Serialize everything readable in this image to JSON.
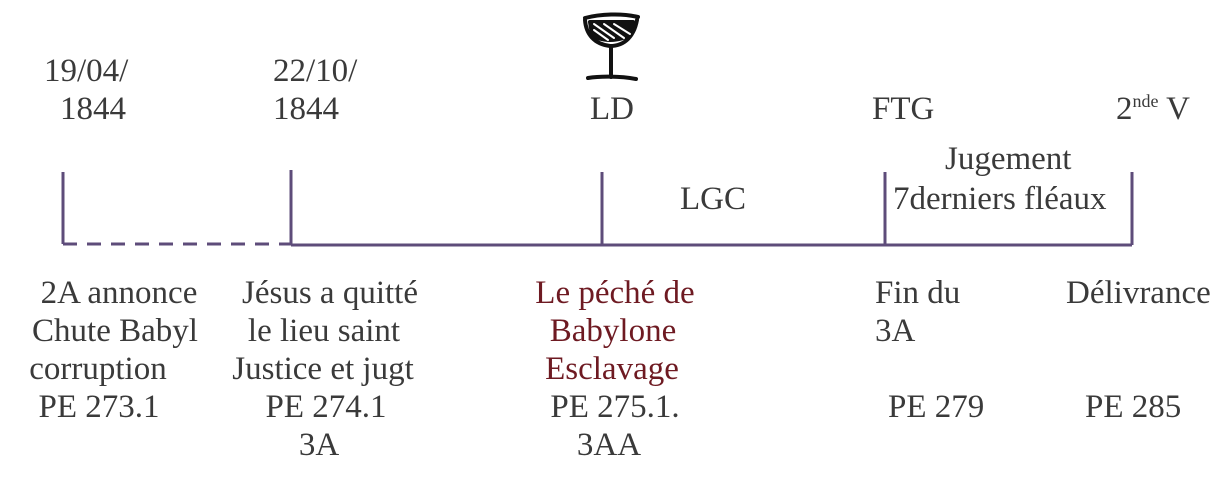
{
  "colors": {
    "line": "#5e4c7a",
    "text": "#3a3a3a",
    "accent_red": "#6e1a22",
    "icon": "#111111"
  },
  "top_labels": {
    "date1_line1": "19/04/",
    "date1_line2": "1844",
    "date2_line1": "22/10/",
    "date2_line2": "1844",
    "ld": "LD",
    "ftg": "FTG",
    "v_prefix": "2",
    "v_sup": "nde",
    "v_suffix": " V"
  },
  "segment_labels": {
    "lgc": "LGC",
    "jugement": "Jugement",
    "fleaux": "7derniers fléaux"
  },
  "icons": {
    "cup": "cup-icon"
  },
  "columns": [
    {
      "line1": "2A annonce",
      "line2": "Chute Babyl",
      "line3": "corruption",
      "ref": "PE 273.1"
    },
    {
      "line1": "Jésus a quitté",
      "line2": "le lieu saint",
      "line3": "Justice et jugt",
      "ref": "PE 274.1",
      "ref2": "3A"
    },
    {
      "line1": "Le péché de",
      "line2": "Babylone",
      "line3": "Esclavage",
      "ref": "PE 275.1.",
      "ref2": "3AA"
    },
    {
      "line1": "Fin du",
      "line2": "3A",
      "ref": "PE 279"
    },
    {
      "line1": "Délivrance",
      "ref": "PE 285"
    }
  ]
}
